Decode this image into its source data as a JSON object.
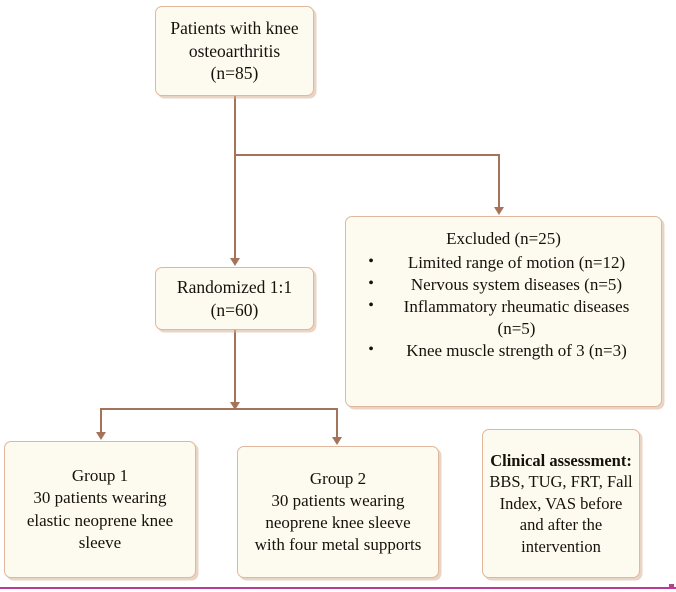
{
  "diagram": {
    "title": "CONSORT-style participant flow diagram",
    "colors": {
      "box_fill": "#fdfbf0",
      "box_border": "#e0b79c",
      "connector": "#a5735a",
      "text": "#17110d",
      "bottom_rule": "#bb3a96"
    },
    "nodes": {
      "source": {
        "lines": [
          "Patients with knee",
          "osteoarthritis",
          "(n=85)"
        ]
      },
      "excluded": {
        "heading": "Excluded (n=25)",
        "bullet_glyph": "•",
        "bullets": [
          {
            "lines": [
              "Limited range of motion (n=12)"
            ]
          },
          {
            "lines": [
              "Nervous system diseases (n=5)"
            ]
          },
          {
            "lines": [
              "Inflammatory rheumatic diseases",
              "(n=5)"
            ]
          },
          {
            "lines": [
              "Knee muscle strength of 3 (n=3)"
            ]
          }
        ]
      },
      "randomized": {
        "lines": [
          "Randomized 1:1",
          "(n=60)"
        ]
      },
      "group1": {
        "lines": [
          "Group 1",
          "30 patients wearing",
          "elastic neoprene knee",
          "sleeve"
        ]
      },
      "group2": {
        "lines": [
          "Group 2",
          "30 patients wearing",
          "neoprene knee sleeve",
          "with four metal supports"
        ]
      },
      "clinical": {
        "heading": "Clinical assessment:",
        "lines": [
          "BBS, TUG, FRT, Fall",
          "Index, VAS before",
          "and after the",
          "intervention"
        ]
      }
    }
  }
}
